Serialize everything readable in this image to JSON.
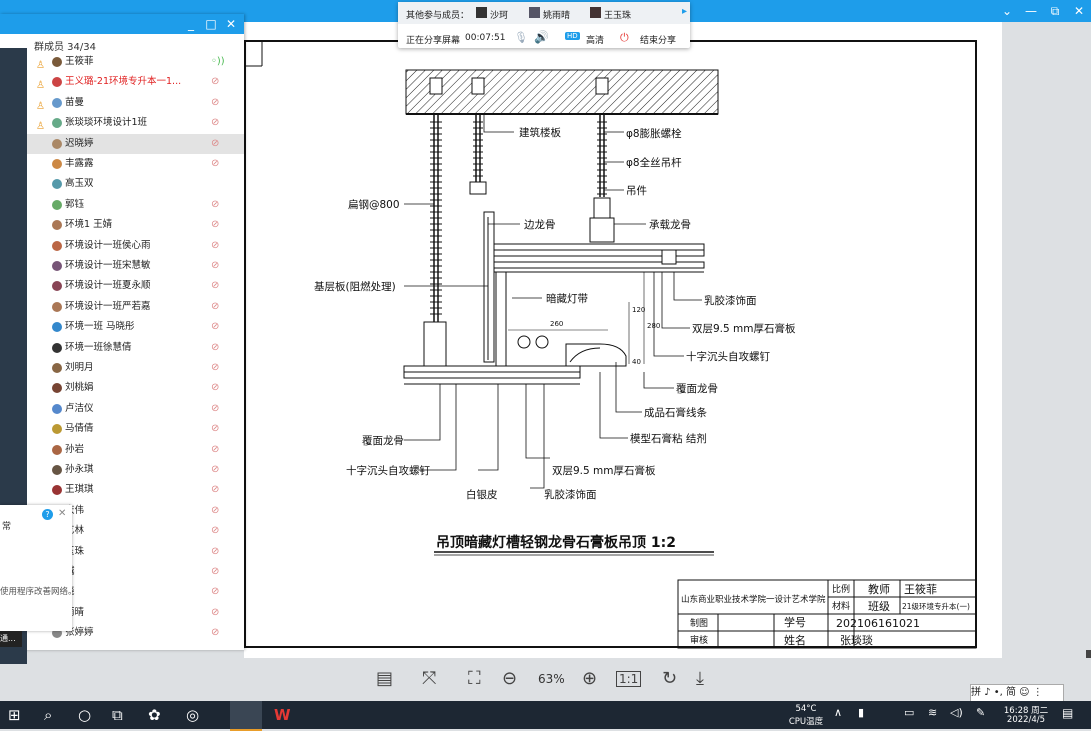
{
  "share_bar": {
    "participants_label": "其他参与成员：",
    "participants": [
      "沙珂",
      "姚雨晴",
      "王玉珠"
    ],
    "sharing_label": "正在分享屏幕",
    "timer": "00:07:51",
    "hd_badge": "HD",
    "hd_label": "高清",
    "end_share": "结束分享"
  },
  "member_panel": {
    "count_label": "群成员 34/34",
    "members": [
      {
        "name": "王筱菲",
        "host": true,
        "mic": "on",
        "red": false
      },
      {
        "name": "王义璐-21环境专升本一1...",
        "host": true,
        "mic": "off",
        "red": true
      },
      {
        "name": "苗曼",
        "host": true,
        "mic": "off",
        "red": false
      },
      {
        "name": "张琰琰环境设计1班",
        "host": true,
        "mic": "off",
        "red": false
      },
      {
        "name": "迟晓婷",
        "host": false,
        "mic": "off",
        "red": false
      },
      {
        "name": "丰露露",
        "host": false,
        "mic": "off",
        "red": false
      },
      {
        "name": "高玉双",
        "host": false,
        "mic": "none",
        "red": false
      },
      {
        "name": "郭钰",
        "host": false,
        "mic": "off",
        "red": false
      },
      {
        "name": "环境1 王婧",
        "host": false,
        "mic": "off",
        "red": false
      },
      {
        "name": "环境设计一班侯心雨",
        "host": false,
        "mic": "off",
        "red": false
      },
      {
        "name": "环境设计一班宋慧敏",
        "host": false,
        "mic": "off",
        "red": false
      },
      {
        "name": "环境设计一班夏永顺",
        "host": false,
        "mic": "off",
        "red": false
      },
      {
        "name": "环境设计一班严若嘉",
        "host": false,
        "mic": "off",
        "red": false
      },
      {
        "name": "环境一班 马晓彤",
        "host": false,
        "mic": "off",
        "red": false
      },
      {
        "name": "环境一班徐慧倩",
        "host": false,
        "mic": "off",
        "red": false
      },
      {
        "name": "刘明月",
        "host": false,
        "mic": "off",
        "red": false
      },
      {
        "name": "刘桃娟",
        "host": false,
        "mic": "off",
        "red": false
      },
      {
        "name": "卢洁仪",
        "host": false,
        "mic": "off",
        "red": false
      },
      {
        "name": "马倩倩",
        "host": false,
        "mic": "off",
        "red": false
      },
      {
        "name": "孙岩",
        "host": false,
        "mic": "off",
        "red": false
      },
      {
        "name": "孙永琪",
        "host": false,
        "mic": "off",
        "red": false
      },
      {
        "name": "王琪琪",
        "host": false,
        "mic": "off",
        "red": false
      },
      {
        "name": "庆伟",
        "host": false,
        "mic": "off",
        "red": false
      },
      {
        "name": "艺林",
        "host": false,
        "mic": "off",
        "red": false
      },
      {
        "name": "玉珠",
        "host": false,
        "mic": "off",
        "red": false
      },
      {
        "name": "越",
        "host": false,
        "mic": "off",
        "red": false
      },
      {
        "name": "晓",
        "host": false,
        "mic": "off",
        "red": false
      },
      {
        "name": "雨晴",
        "host": false,
        "mic": "off",
        "red": false
      },
      {
        "name": "张婷婷",
        "host": false,
        "mic": "off",
        "red": false
      }
    ]
  },
  "notification": {
    "title_fragment": "常",
    "text": "使用程序改善网络。",
    "button": "通..."
  },
  "drawing": {
    "title": "吊顶暗藏灯槽轻钢龙骨石膏板吊顶 1:2",
    "labels": {
      "building_slab": "建筑楼板",
      "expansion_bolt": "φ8膨胀螺栓",
      "rod": "φ8全丝吊杆",
      "hanger": "吊件",
      "edge_keel": "边龙骨",
      "bearing_keel": "承载龙骨",
      "flat_steel": "扁钢@800",
      "base_board": "基层板(阻燃处理)",
      "hidden_strip": "暗藏灯带",
      "latex_paint": "乳胶漆饰面",
      "double_board": "双层9.5 mm厚石膏板",
      "screw": "十字沉头自攻螺钉",
      "cover_keel": "覆面龙骨",
      "gypsum_line": "成品石膏线条",
      "adhesive": "模型石膏粘 结剂",
      "cover_keel_2": "覆面龙骨",
      "screw_2": "十字沉头自攻螺钉",
      "white_board": "白银皮",
      "double_board_2": "双层9.5 mm厚石膏板",
      "latex_paint_2": "乳胶漆饰面",
      "dim_260": "260",
      "dim_120": "120",
      "dim_280": "280",
      "dim_40": "40"
    },
    "title_block": {
      "school": "山东商业职业技术学院一设计艺术学院",
      "scale_label": "比例",
      "teacher_label": "教师",
      "teacher": "王筱菲",
      "material_label": "材料",
      "class_label": "班级",
      "class": "21级环境专升本(一)",
      "drawn_label": "制图",
      "student_no_label": "学号",
      "student_no": "202106161021",
      "review_label": "审核",
      "name_label": "姓名",
      "name": "张琰琰"
    }
  },
  "viewer": {
    "zoom": "63%"
  },
  "ime": {
    "text": "拼 ♪ •, 简 ☺ ⋮"
  },
  "taskbar": {
    "weather_temp": "54°C",
    "weather_label": "CPU温度",
    "time": "16:28 周二",
    "date": "2022/4/5"
  },
  "colors": {
    "accent": "#1e9dea",
    "host_icon": "#e99d2a",
    "mic_on": "#4cba53",
    "mic_off": "#d88888",
    "red_name": "#e02020",
    "taskbar": "#1d2733"
  }
}
